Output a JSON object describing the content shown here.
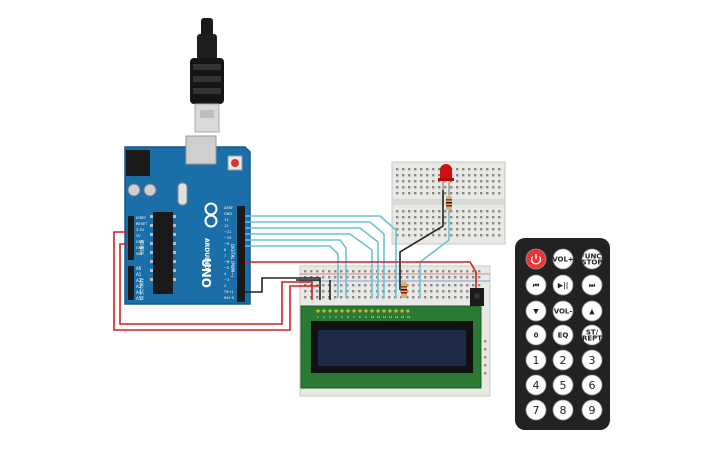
{
  "arduino": {
    "logo_text": "ARDUINO",
    "model": "UNO",
    "brand_color": "#1b6fa8",
    "left_pins": [
      "IOREF",
      "RESET",
      "3.3V",
      "5V",
      "GND",
      "GND",
      "VIN"
    ],
    "analog_pins": [
      "A0",
      "A1",
      "A2",
      "A3",
      "A4",
      "A5"
    ],
    "power_label": "POWER",
    "analog_label": "ANALOG IN",
    "digital_label": "DIGITAL (PWM~)",
    "right_pins": [
      "AREF",
      "GND",
      "13",
      "12",
      "~11",
      "~10",
      "~9",
      "8",
      "7",
      "~6",
      "~5",
      "4",
      "~3",
      "2",
      "TX→1",
      "RX←0"
    ]
  },
  "remote": {
    "body_color": "#222222",
    "buttons_row1": [
      "power",
      "VOL+",
      "FUNC/\nSTOP"
    ],
    "buttons_row2": [
      "⏮",
      "▶||",
      "⏭"
    ],
    "buttons_row3": [
      "▼",
      "VOL-",
      "▲"
    ],
    "buttons_row4": [
      "0",
      "EQ",
      "ST/\nREPT"
    ],
    "numbers": [
      "1",
      "2",
      "3",
      "4",
      "5",
      "6",
      "7",
      "8",
      "9"
    ]
  },
  "lcd": {
    "screen_color": "#1d2a4a",
    "pin_labels": [
      "1",
      "2",
      "3",
      "4",
      "5",
      "6",
      "7",
      "8",
      "9",
      "10",
      "11",
      "12",
      "13",
      "14",
      "15",
      "16"
    ]
  },
  "colors": {
    "wire_blue": "#6fc1d6",
    "wire_red": "#cc2222",
    "wire_black": "#222222",
    "led": "#cc1111",
    "breadboard": "#e8e8e4"
  }
}
